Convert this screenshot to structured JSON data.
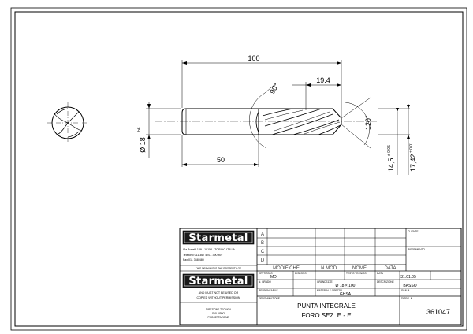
{
  "dimensions": {
    "overall_length": "100",
    "flute_offset": "19.4",
    "shank_length": "50",
    "diameter": "Ø 18",
    "diameter_tol": "h6",
    "angle_point": "90°",
    "angle_tip": "120°",
    "dim_14_5": "14,5",
    "dim_14_5_tol": "± 0.05",
    "dim_17_42": "17,42",
    "dim_17_42_tol": "± 0.01"
  },
  "title_block": {
    "company_logo": "Starmetal",
    "address_line1": "Via Bonelli 139 - 10156 - TORINO ITALIA",
    "address_line2": "Telefono 011 367 470 - 390 897",
    "address_line3": "Fax 011 368 480",
    "property_notice": "THIS DRAWING IS THE PROPERTY OF",
    "no_use_notice1": "AND MUST NOT BE USED OR",
    "no_use_notice2": "COPIED WITHOUT PERMISSION",
    "dept1": "DIREZIONE TECNICA",
    "dept2": "SVILUPPO",
    "dept3": "PROGETTAZIONE",
    "rev_a": "A",
    "rev_b": "B",
    "rev_c": "C",
    "rev_d": "D",
    "hdr_modifiche": "MODIFICHE",
    "hdr_nmod": "N.MOD.",
    "hdr_nome": "NOME",
    "hdr_data": "DATA",
    "lbl_cliente": "CLIENTE",
    "lbl_riferimento": "RIFERIMENTO",
    "lbl_ist_titolo": "IST. TITOLO",
    "lbl_ingegnere": "DISEGNO",
    "lbl_test_tecnico": "TESTO TECNICO",
    "lbl_data": "DATA",
    "val_titolo": "MD",
    "val_data": "31.01.05",
    "lbl_n_grado": "N. GRADO",
    "lbl_grandezze": "GRANDEZZE",
    "lbl_descrizione": "DESCRIZIONE",
    "val_grandezze": "Ø 18 × 100",
    "val_descrizione": "BASSO",
    "lbl_responsabile": "RESPONSABILE",
    "lbl_materiale": "MATERIALE GREZZO",
    "lbl_scala": "SCALA",
    "val_materiale": "GHSA",
    "lbl_denominazione": "DENOMINAZIONE",
    "lbl_disegno_n": "DISEG. N.",
    "title_line1": "PUNTA INTEGRALE",
    "title_line2": "FORO SEZ. E - E",
    "drawing_number": "361047"
  }
}
